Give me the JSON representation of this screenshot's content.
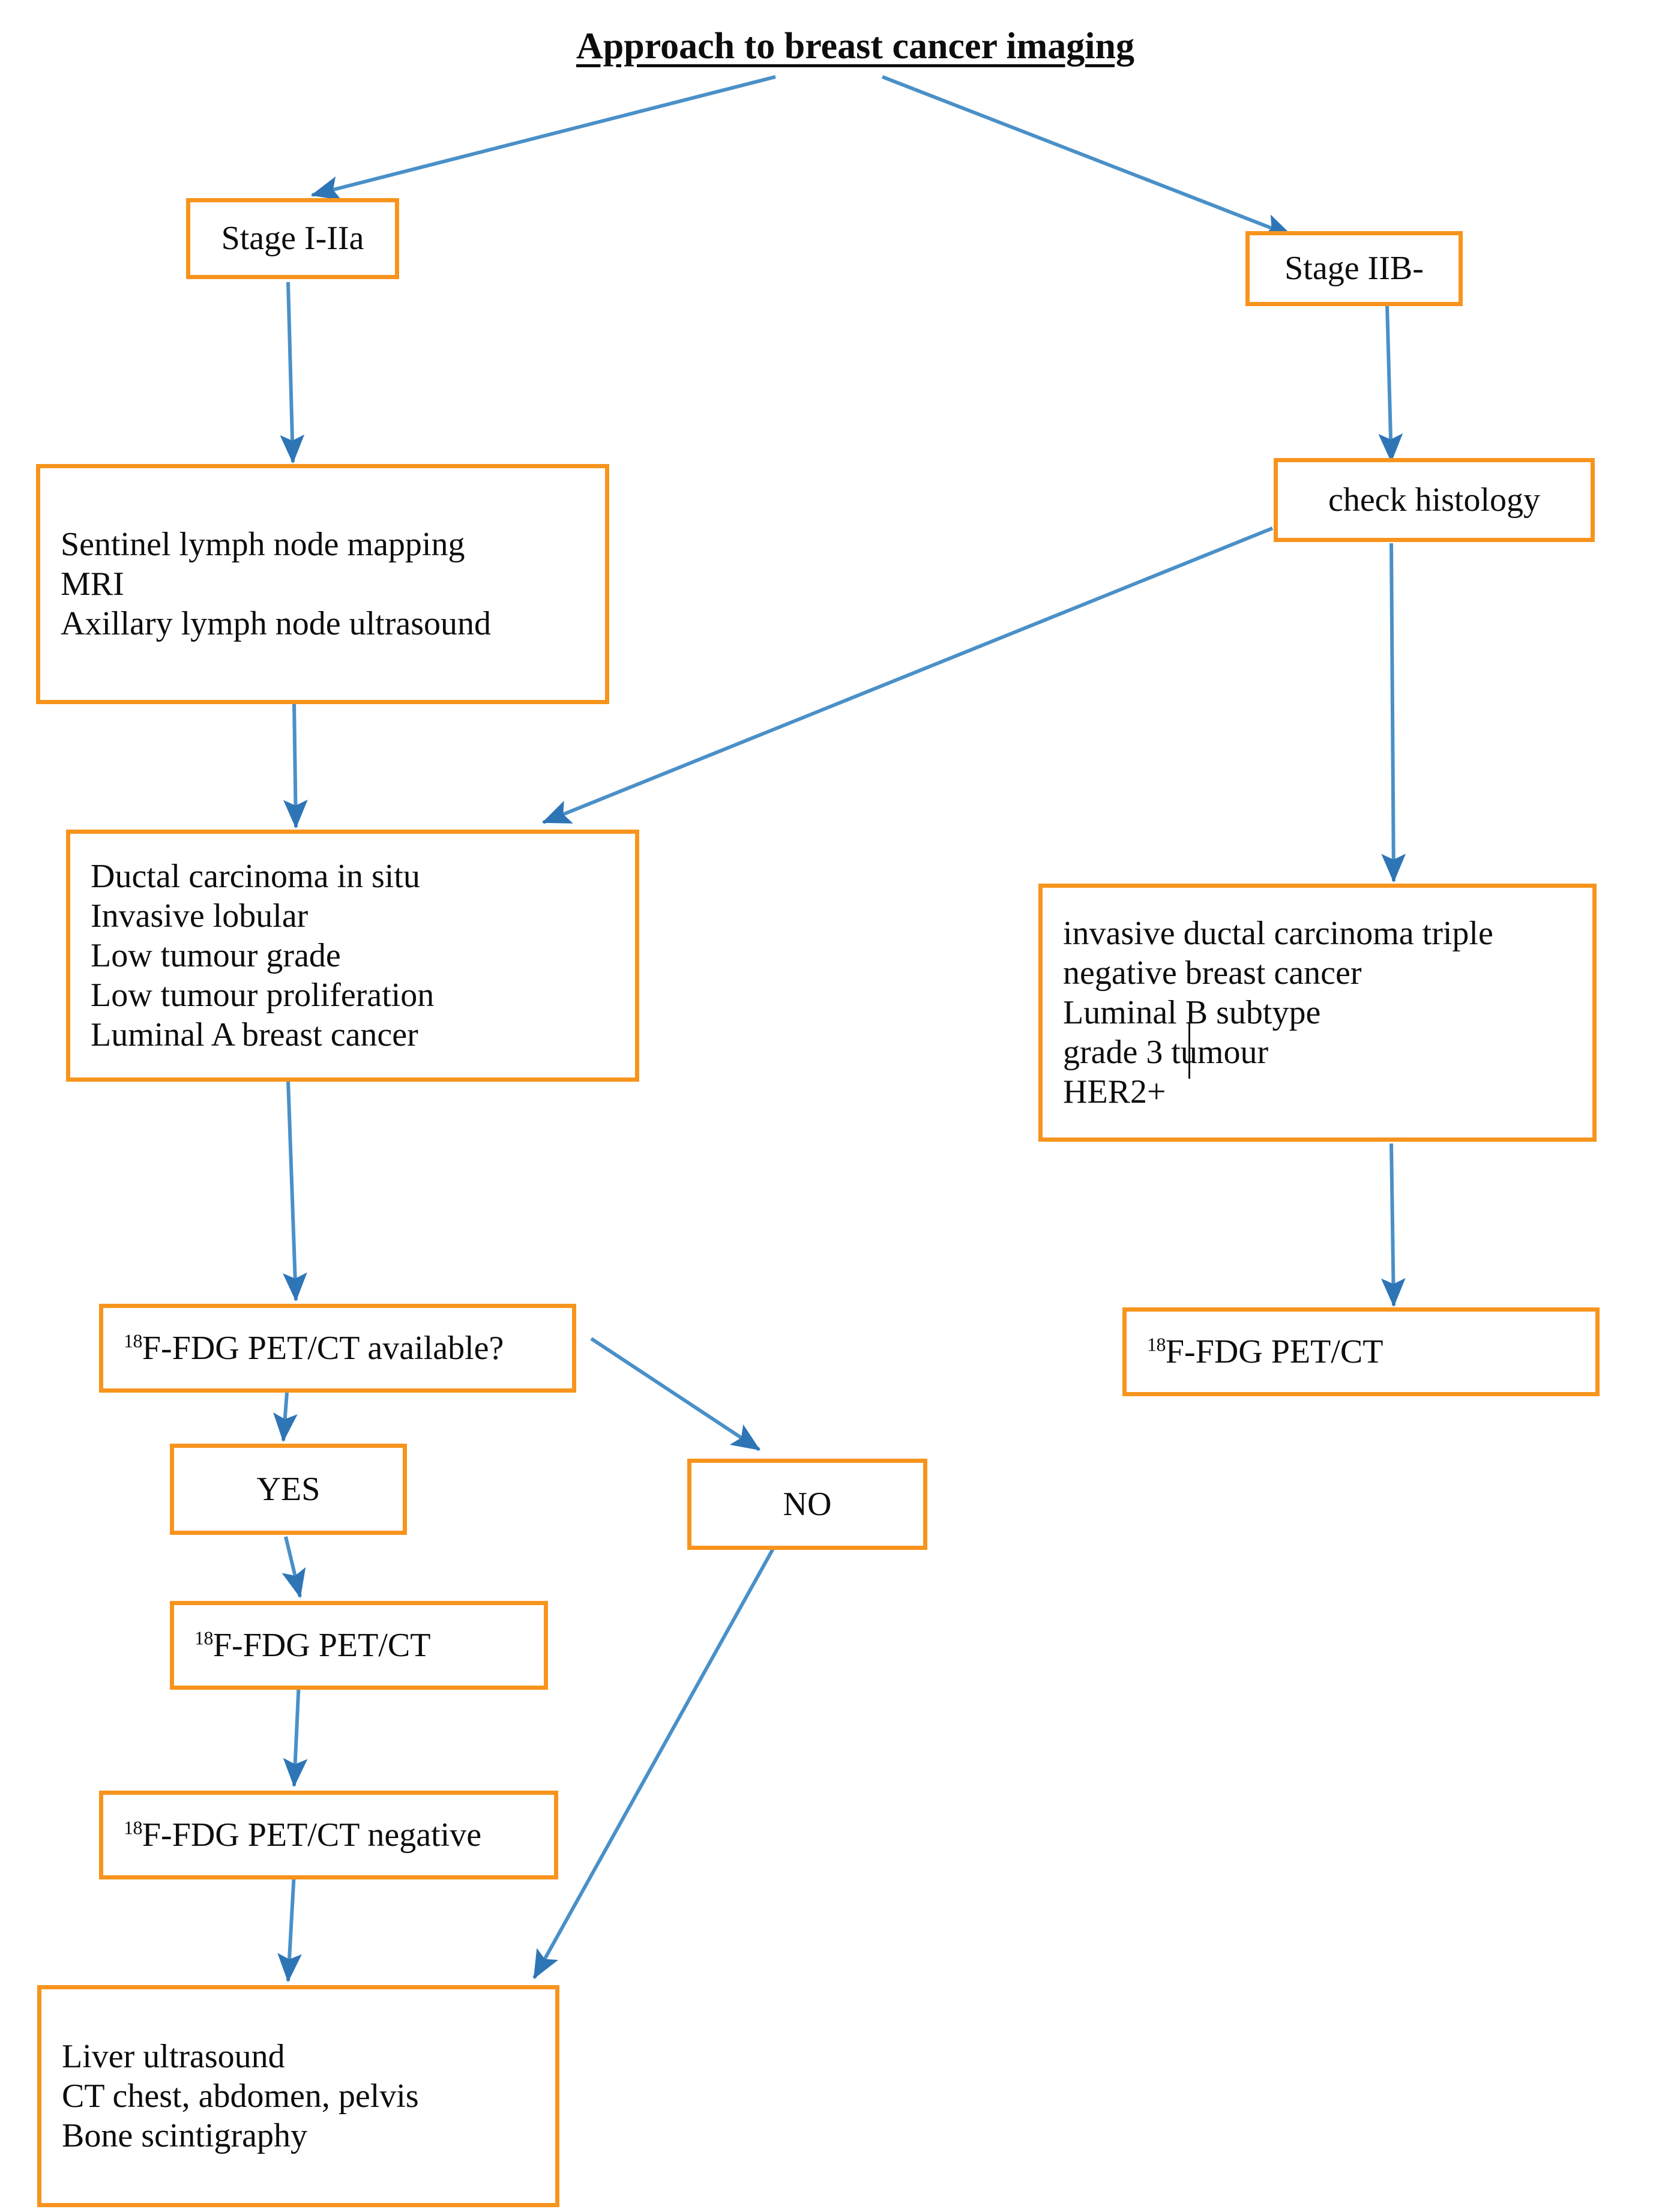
{
  "diagram": {
    "title": "Approach to breast cancer imaging",
    "type": "flowchart",
    "colors": {
      "node_border": "#F7941D",
      "node_fill": "#FFFFFF",
      "edge": "#4A90C8",
      "text": "#0D0D0D"
    }
  },
  "nodes": {
    "stage_1_2a": {
      "label": "Stage I-IIa"
    },
    "stage_2b": {
      "label": "Stage IIB-"
    },
    "workup_early": {
      "lines": [
        "Sentinel lymph node mapping",
        "MRI",
        "Axillary lymph node ultrasound"
      ]
    },
    "check_histology": {
      "label": "check histology"
    },
    "low_risk_histology": {
      "lines": [
        "Ductal carcinoma in situ",
        "Invasive lobular",
        "Low tumour grade",
        "Low tumour proliferation",
        "Luminal A breast cancer"
      ]
    },
    "high_risk_histology": {
      "lines": [
        "invasive ductal carcinoma triple",
        "negative breast cancer",
        "Luminal B subtype",
        "grade 3 tumour",
        "HER2+"
      ]
    },
    "pet_available": {
      "superscript": "18",
      "label": "F-FDG PET/CT available?"
    },
    "yes": {
      "label": "YES"
    },
    "no": {
      "label": "NO"
    },
    "pet_left": {
      "superscript": "18",
      "label": "F-FDG PET/CT"
    },
    "pet_negative": {
      "superscript": "18",
      "label": "F-FDG PET/CT negative"
    },
    "pet_right": {
      "superscript": "18",
      "label": "F-FDG PET/CT"
    },
    "conventional_imaging": {
      "lines": [
        "Liver ultrasound",
        "CT chest, abdomen, pelvis",
        "Bone scintigraphy"
      ]
    }
  },
  "edges": [
    {
      "from": "title",
      "to": "stage_1_2a"
    },
    {
      "from": "title",
      "to": "stage_2b"
    },
    {
      "from": "stage_1_2a",
      "to": "workup_early"
    },
    {
      "from": "stage_2b",
      "to": "check_histology"
    },
    {
      "from": "workup_early",
      "to": "low_risk_histology"
    },
    {
      "from": "check_histology",
      "to": "low_risk_histology"
    },
    {
      "from": "check_histology",
      "to": "high_risk_histology"
    },
    {
      "from": "low_risk_histology",
      "to": "pet_available"
    },
    {
      "from": "pet_available",
      "to": "yes"
    },
    {
      "from": "pet_available",
      "to": "no"
    },
    {
      "from": "yes",
      "to": "pet_left"
    },
    {
      "from": "pet_left",
      "to": "pet_negative"
    },
    {
      "from": "pet_negative",
      "to": "conventional_imaging"
    },
    {
      "from": "no",
      "to": "conventional_imaging"
    },
    {
      "from": "high_risk_histology",
      "to": "pet_right"
    }
  ]
}
